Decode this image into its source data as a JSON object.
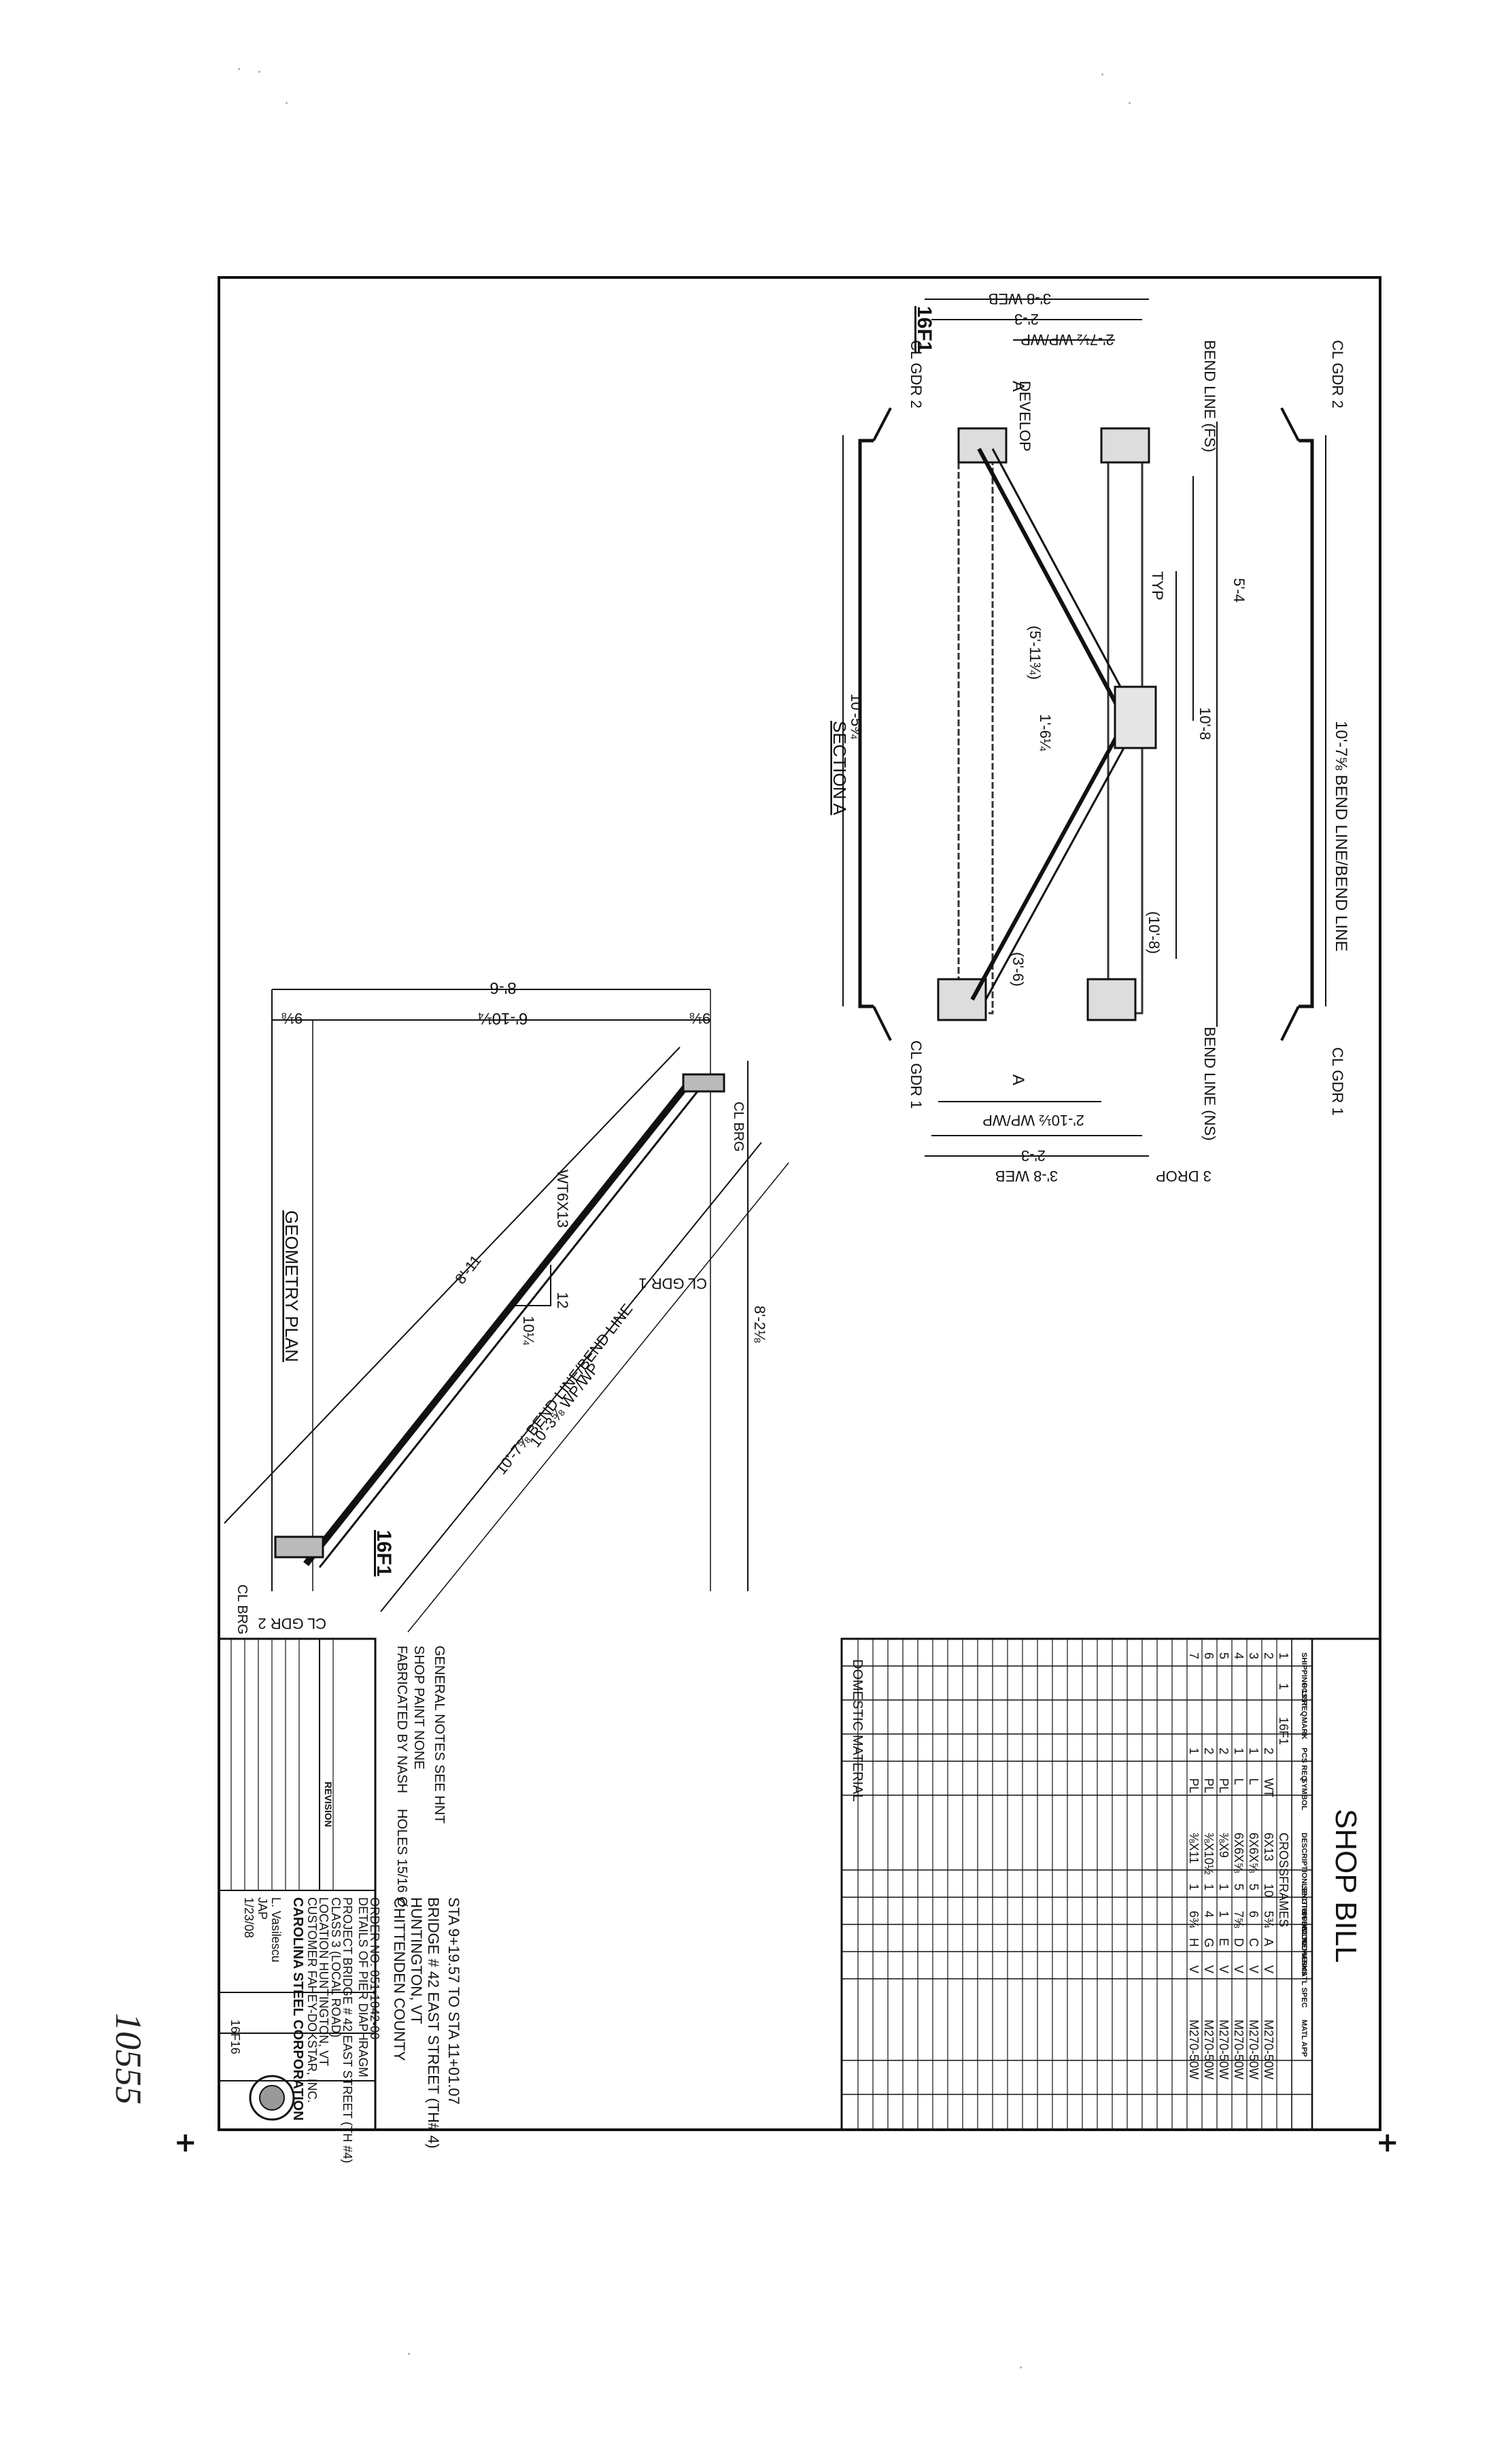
{
  "sheet": {
    "title": "SHOP BILL",
    "handwritten_number": "10555",
    "reg_mark": "+"
  },
  "section_a": {
    "label": "SECTION A",
    "dims": {
      "web_top": "3'-8 WEB",
      "web_bottom": "3'-8 WEB",
      "wp_top": "2'-3",
      "wp_bottom": "2'-3",
      "wpwp_top": "2'-7½ WP/WP",
      "wpwp_bottom": "2'-10½ WP/WP",
      "develop": "DEVELOP",
      "bend_fs": "BEND LINE (FS)",
      "bend_ns": "BEND LINE (NS)",
      "cl_gdr2": "CL GDR 2",
      "cl_gdr1": "CL GDR 1",
      "drop": "3 DROP",
      "dim_5_4": "5'-4",
      "dim_10_8": "10'-8",
      "dim_10_5": "10'-5¾",
      "dim_10_8b": "(10'-8)",
      "dim_5_11": "(5'-11¾)",
      "dim_1_6": "1'-6¼",
      "dim_3_6": "(3'-6)",
      "bend_long": "10'-7⅝ BEND LINE/BEND LINE",
      "typ": "TYP",
      "a_marker": "A"
    }
  },
  "geometry_plan": {
    "label": "GEOMETRY PLAN",
    "dim_8_6": "8'-6",
    "dim_6_10": "6'-10¼",
    "dim_9a": "9⅛",
    "dim_9b": "9⅛",
    "dim_8_2": "8'-2⅛",
    "dim_8_11": "8'-11",
    "member": "WT6X13",
    "slope_12": "12",
    "slope_10": "10¼",
    "wp": "10'-3⅝ WP/WP",
    "bend": "10'-7⅝ BEND LINE/BEND LINE",
    "cl_gdr1": "CL GDR 1",
    "cl_gdr2": "CL GDR 2",
    "cl_brg_top": "CL BRG",
    "cl_brg_bot": "CL BRG",
    "piece_mark": "16F1"
  },
  "title_block": {
    "fabricated_by": "FABRICATED BY NASH",
    "shop_paint": "SHOP PAINT NONE",
    "general_notes": "GENERAL NOTES SEE HNT",
    "holes": "HOLES 15/16 Ø",
    "sta": "STA 9+19.57 TO STA 11+01.07",
    "bridge": "BRIDGE # 42 EAST STREET (TH# 4)",
    "town": "HUNTINGTON, VT",
    "county": "CHITTENDEN COUNTY",
    "order_no": "ORDER NO. 051-1042-00",
    "details_of": "DETAILS OF PIER DIAPHRAGM",
    "project": "PROJECT BRIDGE # 42 EAST STREET (TH #4)",
    "class": "CLASS 3 (LOCAL ROAD)",
    "location": "LOCATION HUNTINGTON, VT",
    "customer": "CUSTOMER FAHEY-DOKSTAR, INC.",
    "company": "CAROLINA STEEL CORPORATION",
    "drawn_by": "L. Vasilescu",
    "checked_by": "JAP",
    "date": "1/23/08",
    "sheet_no": "16F16",
    "revision_hdr": "REVISION"
  },
  "shop_bill": {
    "columns": [
      "SHIPPING LIST",
      "PCS REQ",
      "MARK",
      "PCS REQ",
      "SYMBOL",
      "DESCRIPTION SECTION ONLY",
      "LENGTH FEET INCHES",
      "SUB DOC",
      "REMARKS",
      "MATL SPEC",
      "MATL APP"
    ],
    "rows": [
      {
        "item": "1",
        "pcs": "1",
        "mark": "16F1",
        "pcs2": "",
        "symbol": "",
        "section": "CROSSFRAMES",
        "feet": "",
        "inches": "",
        "sub": "",
        "rem": "",
        "spec": ""
      },
      {
        "item": "2",
        "pcs": "",
        "mark": "",
        "pcs2": "2",
        "symbol": "WT",
        "section": "6X13",
        "feet": "10",
        "inches": "5¾",
        "sub": "A",
        "rem": "V",
        "spec": "M270-50W"
      },
      {
        "item": "3",
        "pcs": "",
        "mark": "",
        "pcs2": "1",
        "symbol": "L",
        "section": "6X6X⅝",
        "feet": "5",
        "inches": "6",
        "sub": "C",
        "rem": "V",
        "spec": "M270-50W"
      },
      {
        "item": "4",
        "pcs": "",
        "mark": "",
        "pcs2": "1",
        "symbol": "L",
        "section": "6X6X⅝",
        "feet": "5",
        "inches": "7⅝",
        "sub": "D",
        "rem": "V",
        "spec": "M270-50W"
      },
      {
        "item": "5",
        "pcs": "",
        "mark": "",
        "pcs2": "2",
        "symbol": "PL",
        "section": "⅜X9",
        "feet": "1",
        "inches": "1",
        "sub": "E",
        "rem": "V",
        "spec": "M270-50W"
      },
      {
        "item": "6",
        "pcs": "",
        "mark": "",
        "pcs2": "2",
        "symbol": "PL",
        "section": "⅜X10½",
        "feet": "1",
        "inches": "4",
        "sub": "G",
        "rem": "V",
        "spec": "M270-50W"
      },
      {
        "item": "7",
        "pcs": "",
        "mark": "",
        "pcs2": "1",
        "symbol": "PL",
        "section": "⅜X11",
        "feet": "1",
        "inches": "6¾",
        "sub": "H",
        "rem": "V",
        "spec": "M270-50W"
      }
    ],
    "footer": "DOMESTIC MATERIAL"
  }
}
